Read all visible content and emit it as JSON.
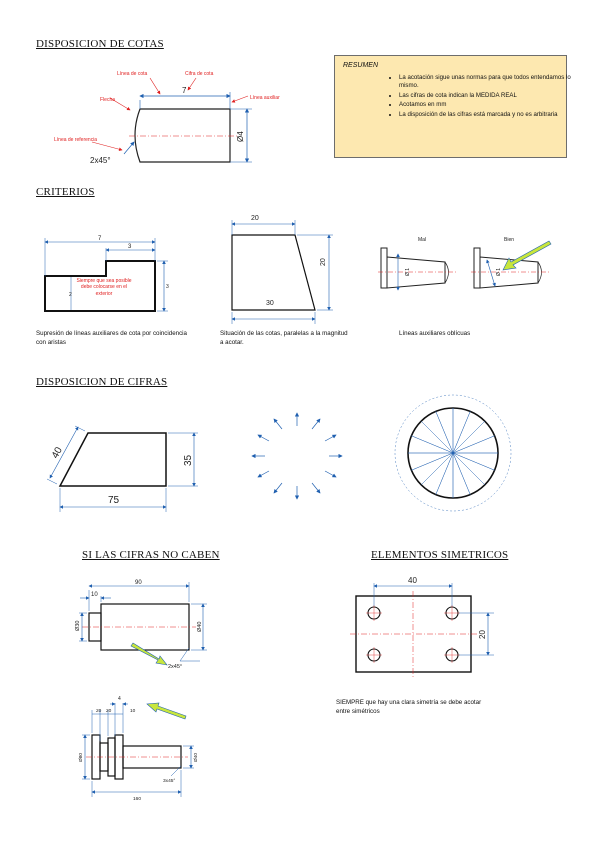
{
  "headings": {
    "disposicion_cotas": "DISPOSICION DE COTAS",
    "criterios": "CRITERIOS",
    "disposicion_cifras": "DISPOSICION DE CIFRAS",
    "si_no_caben": "SI LAS CIFRAS NO CABEN",
    "simetricos": "ELEMENTOS SIMETRICOS"
  },
  "summary": {
    "title": "RESUMEN",
    "items": [
      "La acotación sigue unas normas para que todos entendamos lo mismo.",
      "Las cifras de cota indican la MEDIDA REAL",
      "Acotamos en mm",
      "La disposición de las cifras está marcada y no es arbitraria"
    ]
  },
  "fig1": {
    "linea_cota": "Línea de cota",
    "cifra_cota": "Cifra de cota",
    "flecha": "Flecha",
    "linea_auxiliar": "Línea auxiliar",
    "linea_referencia": "Línea de referencia",
    "dim7": "7",
    "dim_d4": "Ø4",
    "chamfer": "2x45°"
  },
  "criterios": {
    "a_dim7": "7",
    "a_dim3": "3",
    "a_left": "2",
    "a_right": "3",
    "a_note": "Siempre que sea posible debe colocarse en el exterior",
    "b_dim20top": "20",
    "b_dim20side": "20",
    "b_dim30": "30",
    "c_mal": "Mal",
    "c_bien": "Bien",
    "c_d1": "Ø 1",
    "c_d2": "Ø 1",
    "cap_a": "Supresión de líneas auxiliares de cota por coincidencia con aristas",
    "cap_b": "Situación de las cotas, paralelas a la magnitud a acotar.",
    "cap_c": "Líneas auxiliares oblícuas"
  },
  "cifras": {
    "d40": "40",
    "d35": "35",
    "d75": "75"
  },
  "no_caben": {
    "d90": "90",
    "d10": "10",
    "d30": "Ø30",
    "d40": "Ø40",
    "chamfer": "2x45°",
    "b_4": "4",
    "b_20a": "20",
    "b_20b": "20",
    "b_10": "10",
    "b_left": "Ø80",
    "b_right": "Ø40",
    "b_chamfer": "3x45°",
    "b_160": "160"
  },
  "simetricos": {
    "d40": "40",
    "d20": "20",
    "caption": "SIEMPRE que hay una clara simetría se debe acotar entre simétricos"
  },
  "colors": {
    "red": "#e02020",
    "blue": "#2060b0",
    "arrow_fill": "#c8e63c",
    "summary_bg": "#fde8b0"
  }
}
